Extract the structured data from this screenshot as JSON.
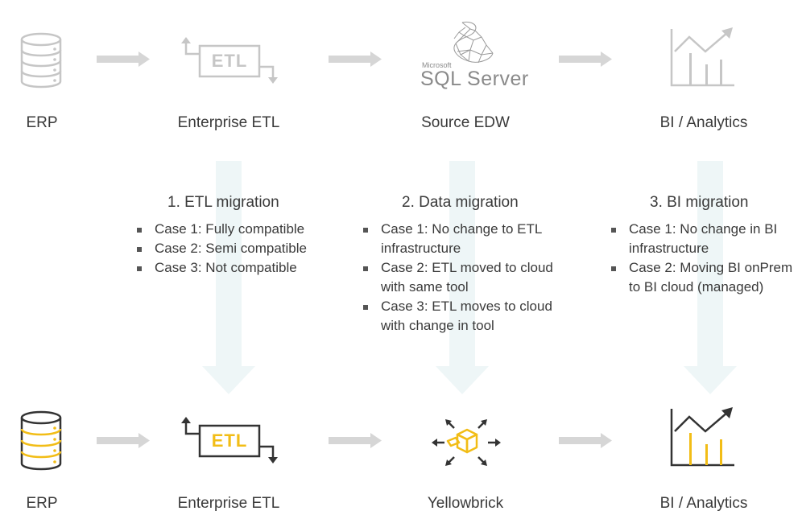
{
  "colors": {
    "gray": "#c6c6c6",
    "dark": "#333333",
    "accent": "#f2bd16",
    "band": "#eef6f7"
  },
  "top_row": {
    "erp": "ERP",
    "etl": "Enterprise ETL",
    "etl_icon_text": "ETL",
    "edw": "Source EDW",
    "sql_microsoft": "Microsoft",
    "sql_server": "SQL Server",
    "bi": "BI / Analytics"
  },
  "bottom_row": {
    "erp": "ERP",
    "etl": "Enterprise ETL",
    "etl_icon_text": "ETL",
    "yb": "Yellowbrick",
    "bi": "BI / Analytics"
  },
  "migrations": [
    {
      "title": "1. ETL migration",
      "cases": [
        "Case 1: Fully compatible",
        "Case 2: Semi compatible",
        "Case 3: Not compatible"
      ]
    },
    {
      "title": "2. Data migration",
      "cases": [
        "Case 1: No change to ETL infrastructure",
        "Case 2: ETL moved to cloud with same tool",
        "Case 3: ETL moves to cloud with change in tool"
      ]
    },
    {
      "title": "3. BI migration",
      "cases": [
        "Case 1: No change in BI infrastructure",
        "Case 2: Moving BI onPrem to BI cloud (managed)"
      ]
    }
  ]
}
